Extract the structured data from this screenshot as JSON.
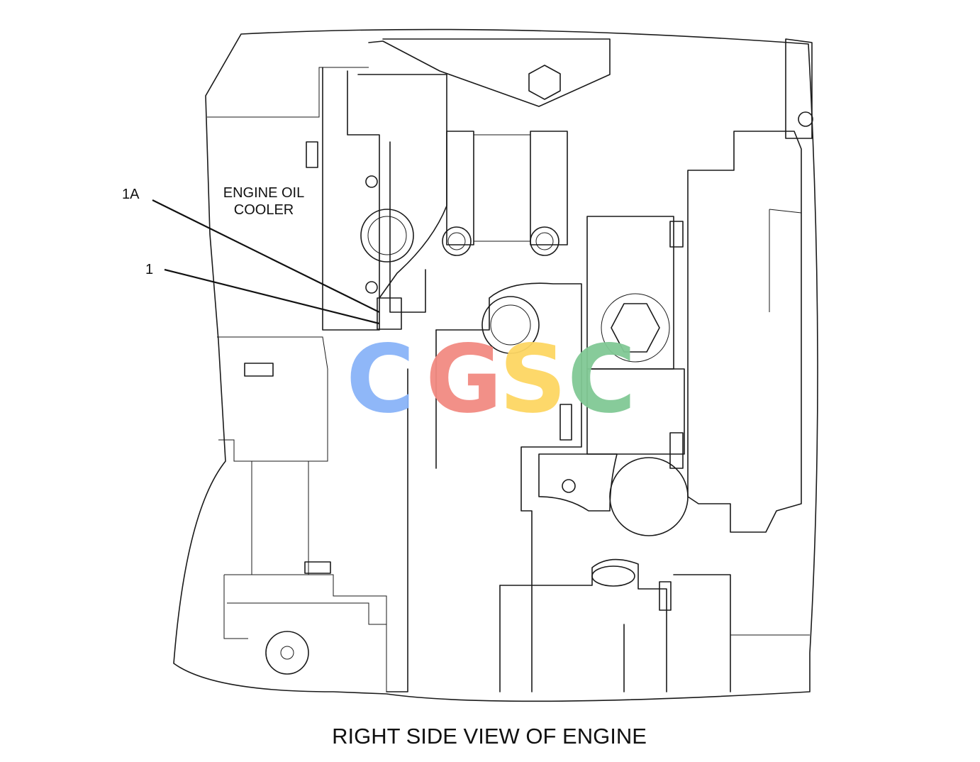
{
  "callouts": [
    {
      "id": "1A",
      "label": "1A"
    },
    {
      "id": "1",
      "label": "1"
    }
  ],
  "component_label": {
    "line1": "ENGINE OIL",
    "line2": "COOLER"
  },
  "caption": "RIGHT SIDE VIEW OF ENGINE",
  "watermark": {
    "letters": [
      "C",
      "G",
      "S",
      "C"
    ],
    "colors": [
      "#8ab4f8",
      "#f28b82",
      "#fdd663",
      "#81c995"
    ]
  }
}
